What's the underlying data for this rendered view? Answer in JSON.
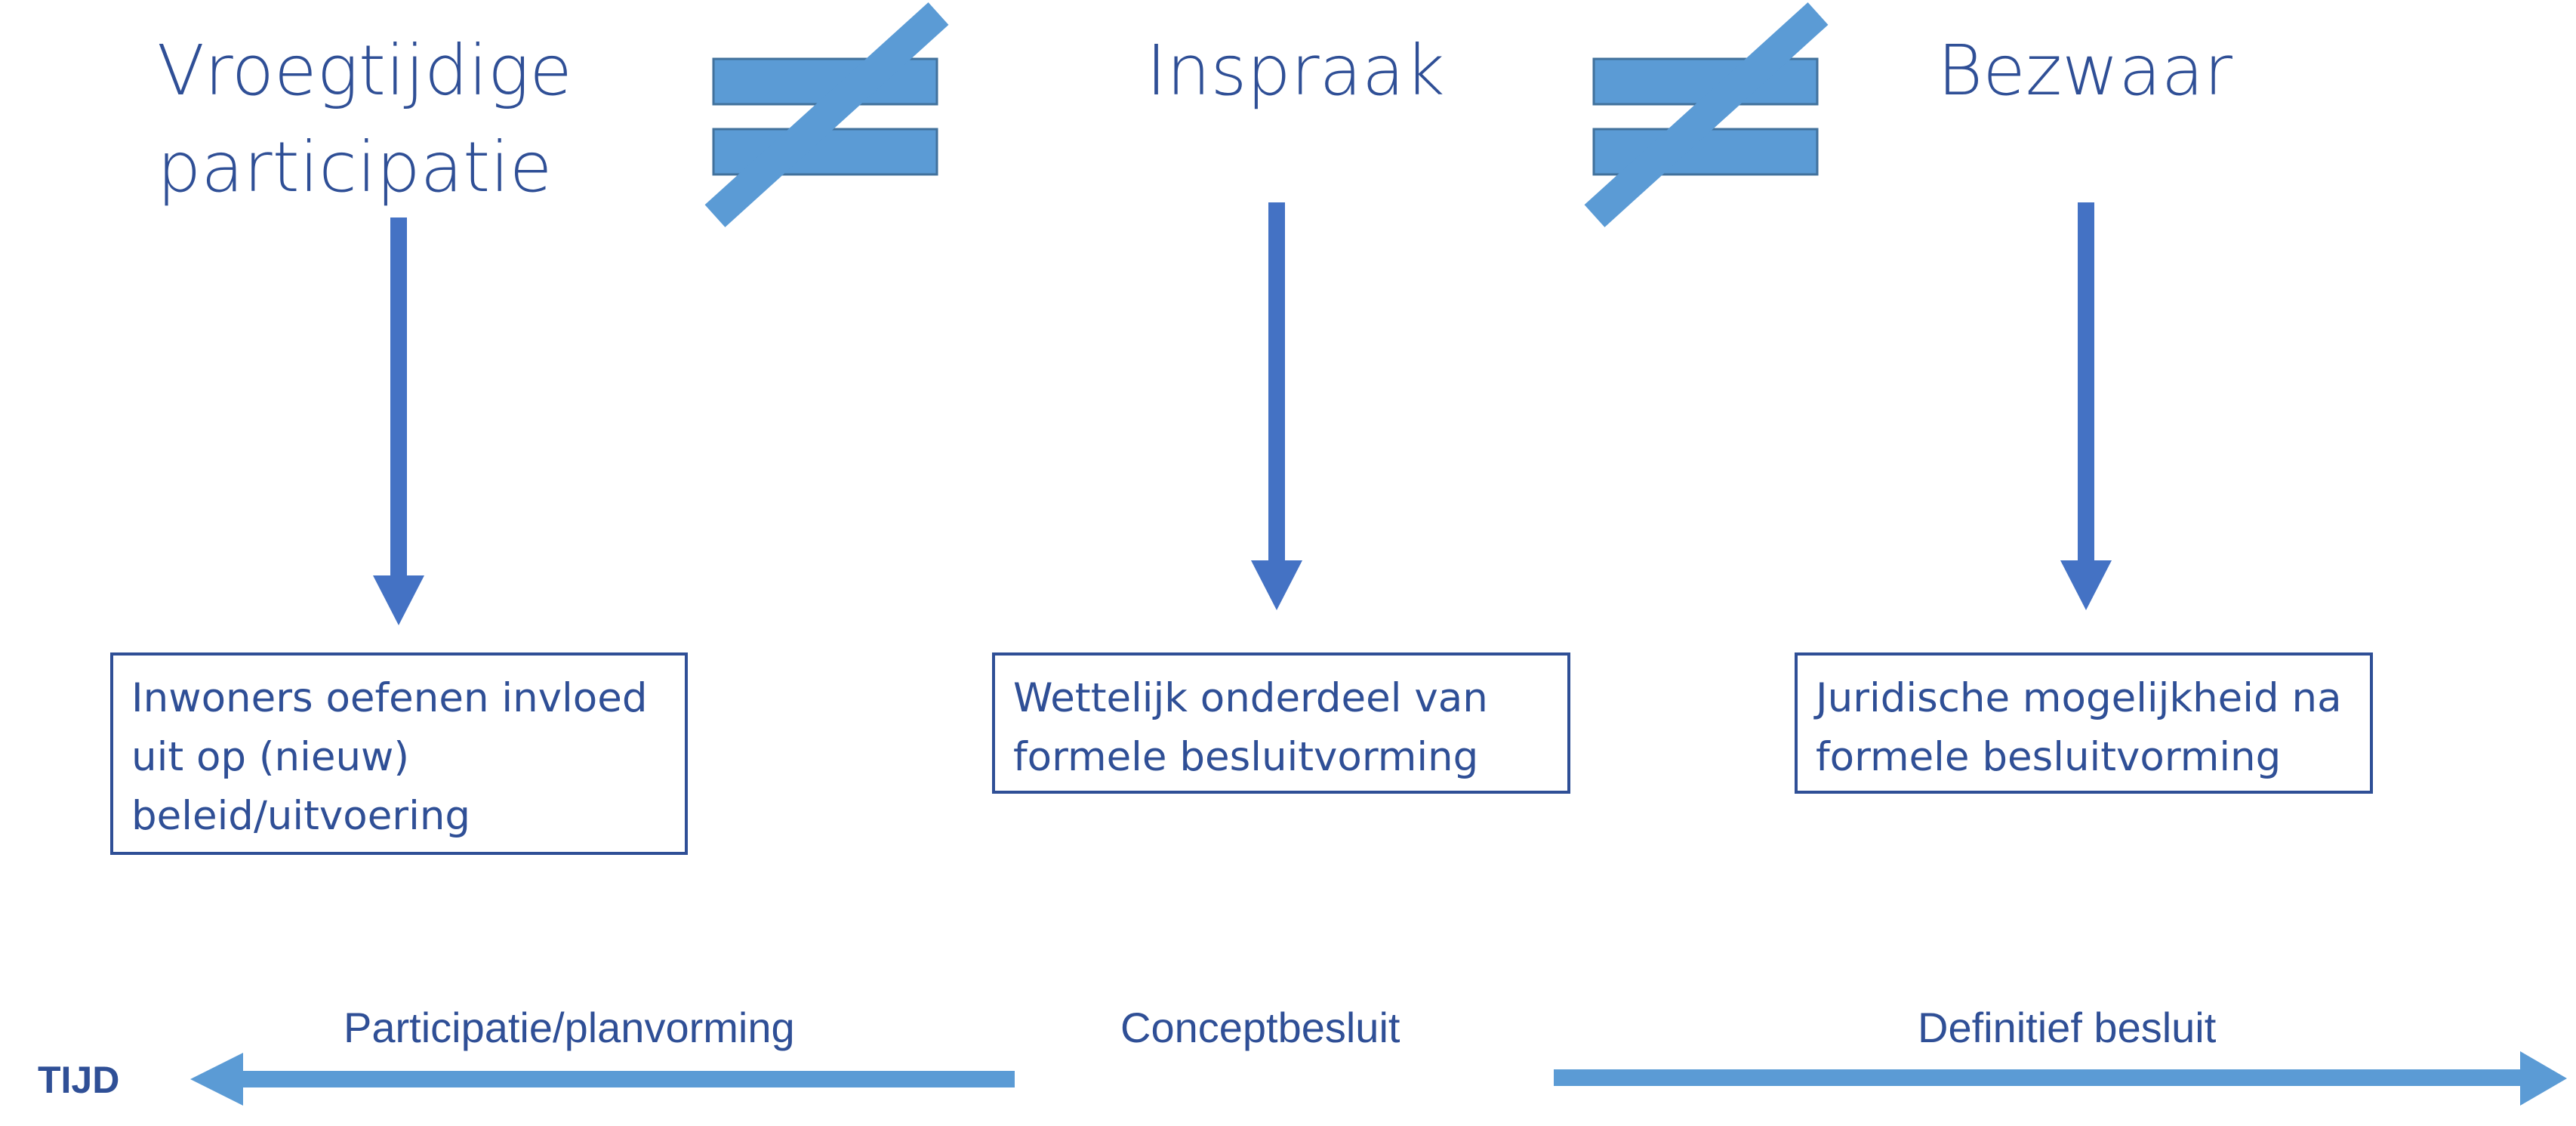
{
  "columns": [
    {
      "heading_line1": "Vroegtijdige",
      "heading_line2": "participatie",
      "description": "Inwoners oefenen invloed\nuit op (nieuw)\nbeleid/uitvoering"
    },
    {
      "heading_line1": "Inspraak",
      "description": "Wettelijk onderdeel van\nformele besluitvorming"
    },
    {
      "heading_line1": "Bezwaar",
      "description": "Juridische mogelijkheid na\nformele besluitvorming"
    }
  ],
  "timeline": {
    "axis_label": "TIJD",
    "left_label": "Participatie/planvorming",
    "middle_label": "Conceptbesluit",
    "right_label": "Definitief besluit"
  },
  "colors": {
    "text": "#2f4f96",
    "arrow": "#4472c4",
    "not_equal_symbol": "#5b9bd5",
    "timeline_arrow": "#5b9bd5"
  },
  "icons": [
    "not-equal-icon",
    "arrow-down-icon",
    "arrow-left-icon",
    "arrow-right-icon"
  ]
}
